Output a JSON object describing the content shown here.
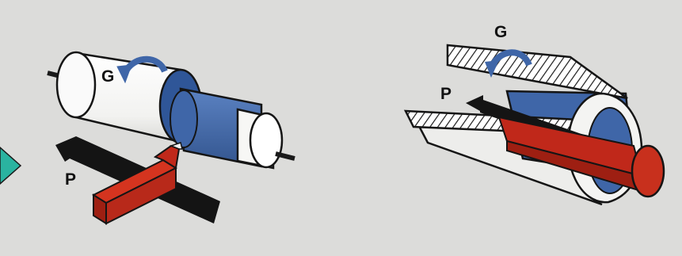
{
  "figure": {
    "left_panel": {
      "rotation_label": "G",
      "feed_label": "P"
    },
    "right_panel": {
      "rotation_label": "G",
      "feed_label": "P"
    }
  },
  "colors": {
    "background": "#dcdcda",
    "workpiece": "#f4f4f2",
    "step_blue": "#3f66a8",
    "tool_red": "#c0281a",
    "feed_arrow": "#141414",
    "pointer_teal": "#2ab3a0",
    "outline": "#151515"
  },
  "icons": {
    "rotation_arrow": "curved-arrow-icon",
    "feed_arrow": "long-arrow-icon",
    "pointer": "triangle-pointer-icon"
  }
}
